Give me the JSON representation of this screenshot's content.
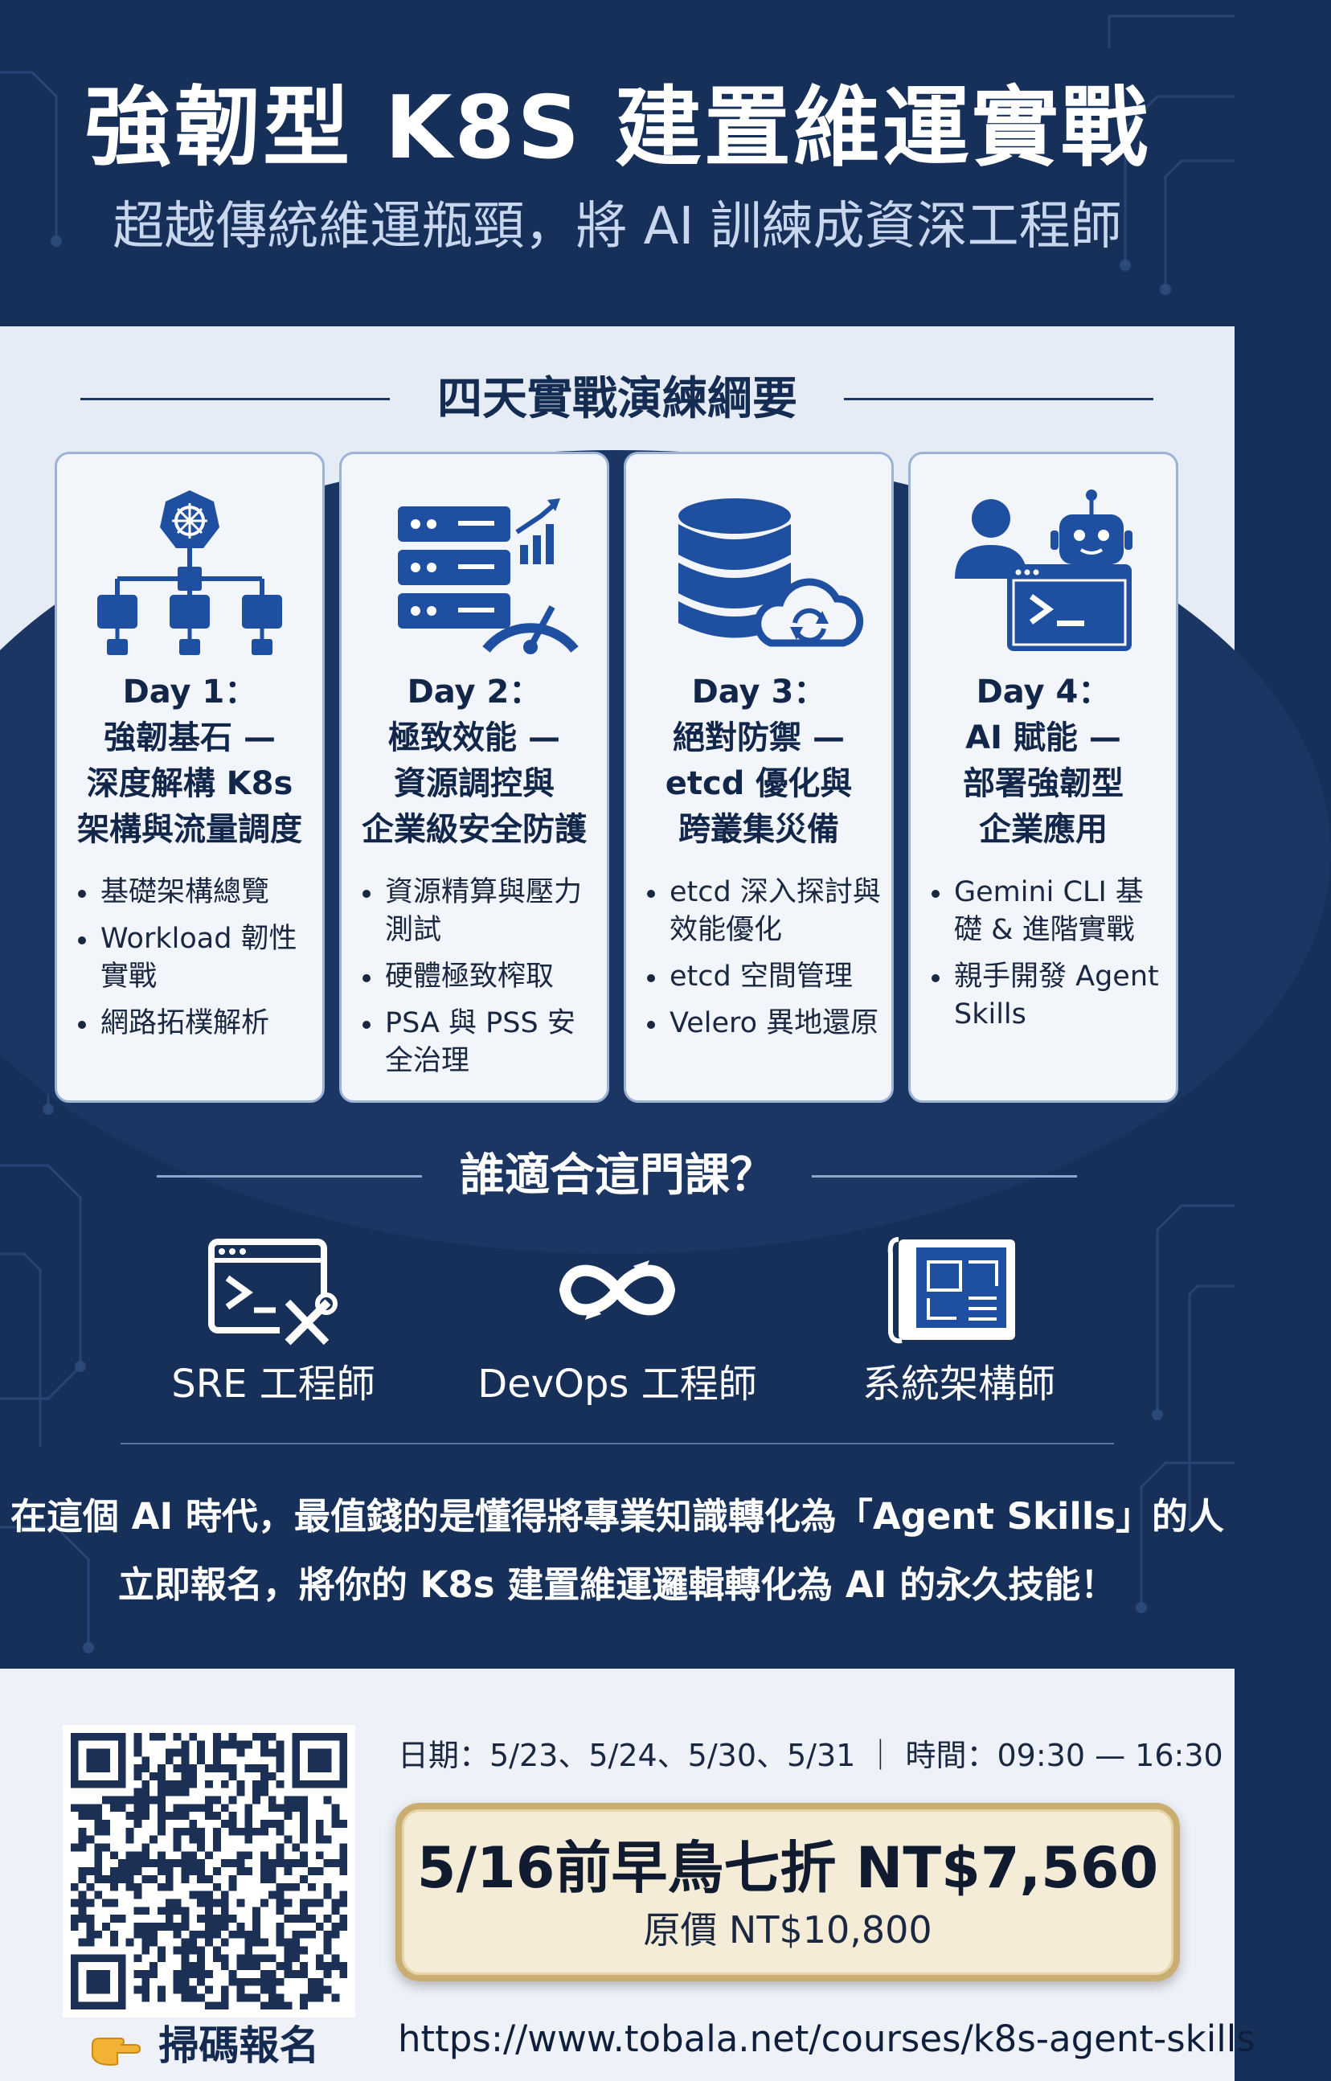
{
  "header": {
    "title": "強韌型 K8S 建置維運實戰",
    "subtitle": "超越傳統維運瓶頸，將 AI 訓練成資深工程師"
  },
  "outline": {
    "heading": "四天實戰演練綱要",
    "days": [
      {
        "icon": "kubernetes-hierarchy-icon",
        "title_lines": [
          "Day 1：",
          "強韌基石 —",
          "深度解構 K8s",
          "架構與流量調度"
        ],
        "bullets": [
          "基礎架構總覽",
          "Workload 韌性實戰",
          "網路拓樸解析"
        ]
      },
      {
        "icon": "server-performance-icon",
        "title_lines": [
          "Day 2：",
          "極致效能 —",
          "資源調控與",
          "企業級安全防護"
        ],
        "bullets": [
          "資源精算與壓力測試",
          "硬體極致榨取",
          "PSA 與 PSS 安全治理"
        ]
      },
      {
        "icon": "database-cloud-sync-icon",
        "title_lines": [
          "Day 3：",
          "絕對防禦 —",
          "etcd 優化與",
          "跨叢集災備"
        ],
        "bullets": [
          "etcd 深入探討與效能優化",
          "etcd 空間管理",
          "Velero 異地還原"
        ]
      },
      {
        "icon": "ai-robot-terminal-icon",
        "title_lines": [
          "Day 4：",
          "AI 賦能 —",
          "部署強韌型",
          "企業應用"
        ],
        "bullets": [
          "Gemini CLI 基礎 & 進階實戰",
          "親手開發 Agent Skills"
        ]
      }
    ]
  },
  "audience": {
    "heading": "誰適合這門課？",
    "roles": [
      {
        "label": "SRE 工程師",
        "icon": "terminal-tools-icon"
      },
      {
        "label": "DevOps 工程師",
        "icon": "infinity-loop-icon"
      },
      {
        "label": "系統架構師",
        "icon": "blueprint-icon"
      }
    ]
  },
  "tagline": {
    "line1": "在這個 AI 時代，最值錢的是懂得將專業知識轉化為「Agent Skills」的人",
    "line2": "立即報名，將你的 K8s 建置維運邏輯轉化為 AI 的永久技能！"
  },
  "footer": {
    "qr_label": "掃碼報名",
    "date_line": "日期：5/23、5/24、5/30、5/31 ｜ 時間：09:30 — 16:30",
    "early_bird": "5/16前早鳥七折 NT$7,560",
    "original_price": "原價 NT$10,800",
    "url": "https://www.tobala.net/courses/k8s-agent-skills"
  },
  "colors": {
    "navy": "#17305a",
    "light_band": "#e6ecf6",
    "icon_blue": "#1f4fa0",
    "gold_border": "#c9ad71",
    "price_bg": "#f4ecd6"
  }
}
